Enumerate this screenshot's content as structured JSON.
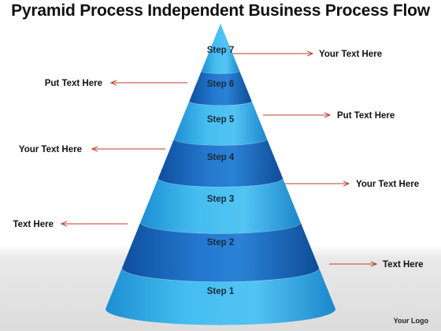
{
  "title": "Pyramid Process Independent Business Process Flow",
  "logo_text": "Your Logo",
  "steps": [
    {
      "label": "Step 7"
    },
    {
      "label": "Step 6"
    },
    {
      "label": "Step 5"
    },
    {
      "label": "Step 4"
    },
    {
      "label": "Step 3"
    },
    {
      "label": "Step 2"
    },
    {
      "label": "Step 1"
    }
  ],
  "callouts": [
    {
      "text": "Your Text Here",
      "step": "Step 7",
      "side": "right"
    },
    {
      "text": "Put Text Here",
      "step": "Step 6",
      "side": "left"
    },
    {
      "text": "Put Text Here",
      "step": "Step 5",
      "side": "right"
    },
    {
      "text": "Your Text Here",
      "step": "Step 4",
      "side": "left"
    },
    {
      "text": "Your Text Here",
      "step": "Step 3",
      "side": "right"
    },
    {
      "text": "Text Here",
      "step": "Step 2",
      "side": "left"
    },
    {
      "text": "Text Here",
      "step": "Step 1",
      "side": "right"
    }
  ],
  "colors": {
    "light_band": "#3fb3ea",
    "dark_band": "#1e6fc6",
    "arrow": "#c0392b"
  }
}
